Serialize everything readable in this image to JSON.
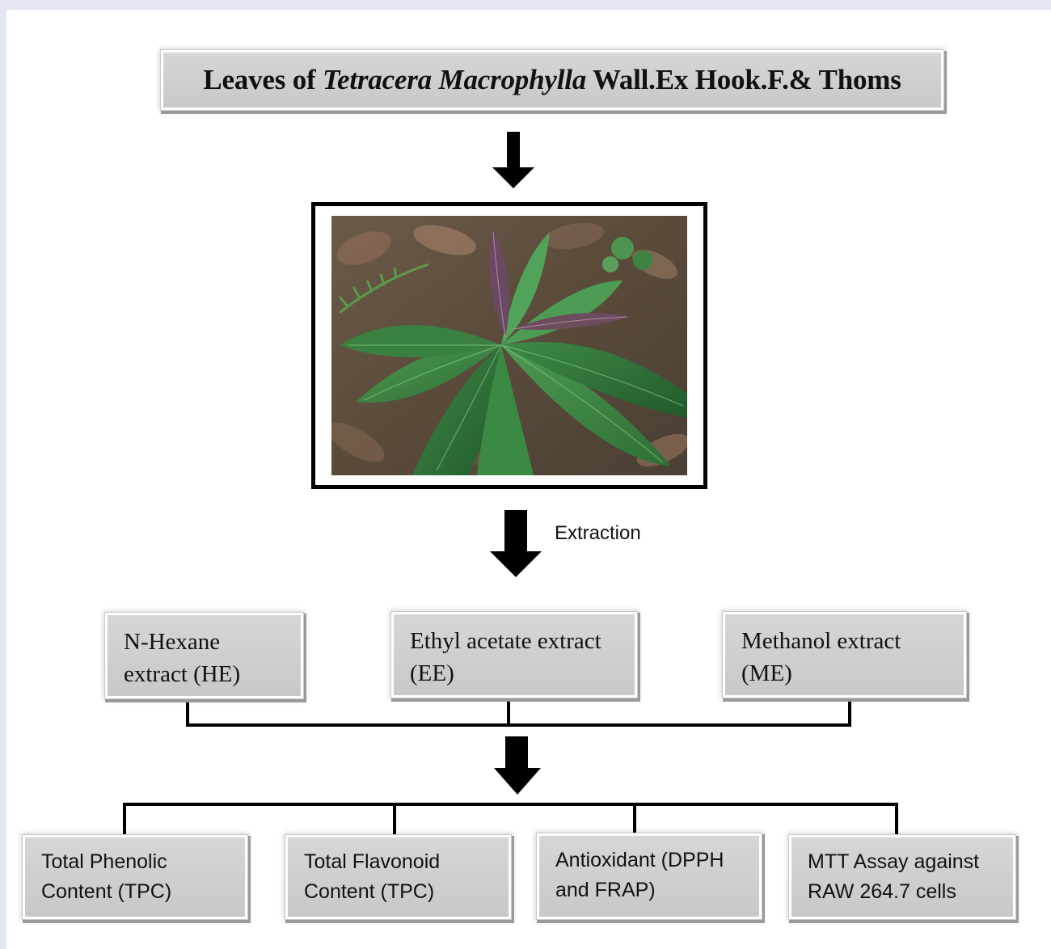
{
  "title": {
    "prefix": "Leaves of ",
    "species": "Tetracera Macrophylla",
    "suffix": " Wall.Ex Hook.F.& Thoms"
  },
  "extraction_label": "Extraction",
  "extracts": [
    {
      "line1": "N-Hexane",
      "line2": "extract (HE)"
    },
    {
      "line1": "Ethyl acetate extract",
      "line2": "(EE)"
    },
    {
      "line1": "Methanol extract",
      "line2": "(ME)"
    }
  ],
  "tests": [
    {
      "line1": "Total Phenolic",
      "line2": "Content (TPC)"
    },
    {
      "line1": "Total Flavonoid",
      "line2": "Content (TPC)"
    },
    {
      "line1": "Antioxidant (DPPH",
      "line2": "and FRAP)"
    },
    {
      "line1": "MTT Assay against",
      "line2": "RAW 264.7 cells"
    }
  ],
  "colors": {
    "box_fill": "#cfcfcf",
    "page_background": "#e3e6f3",
    "connector": "#000000"
  }
}
